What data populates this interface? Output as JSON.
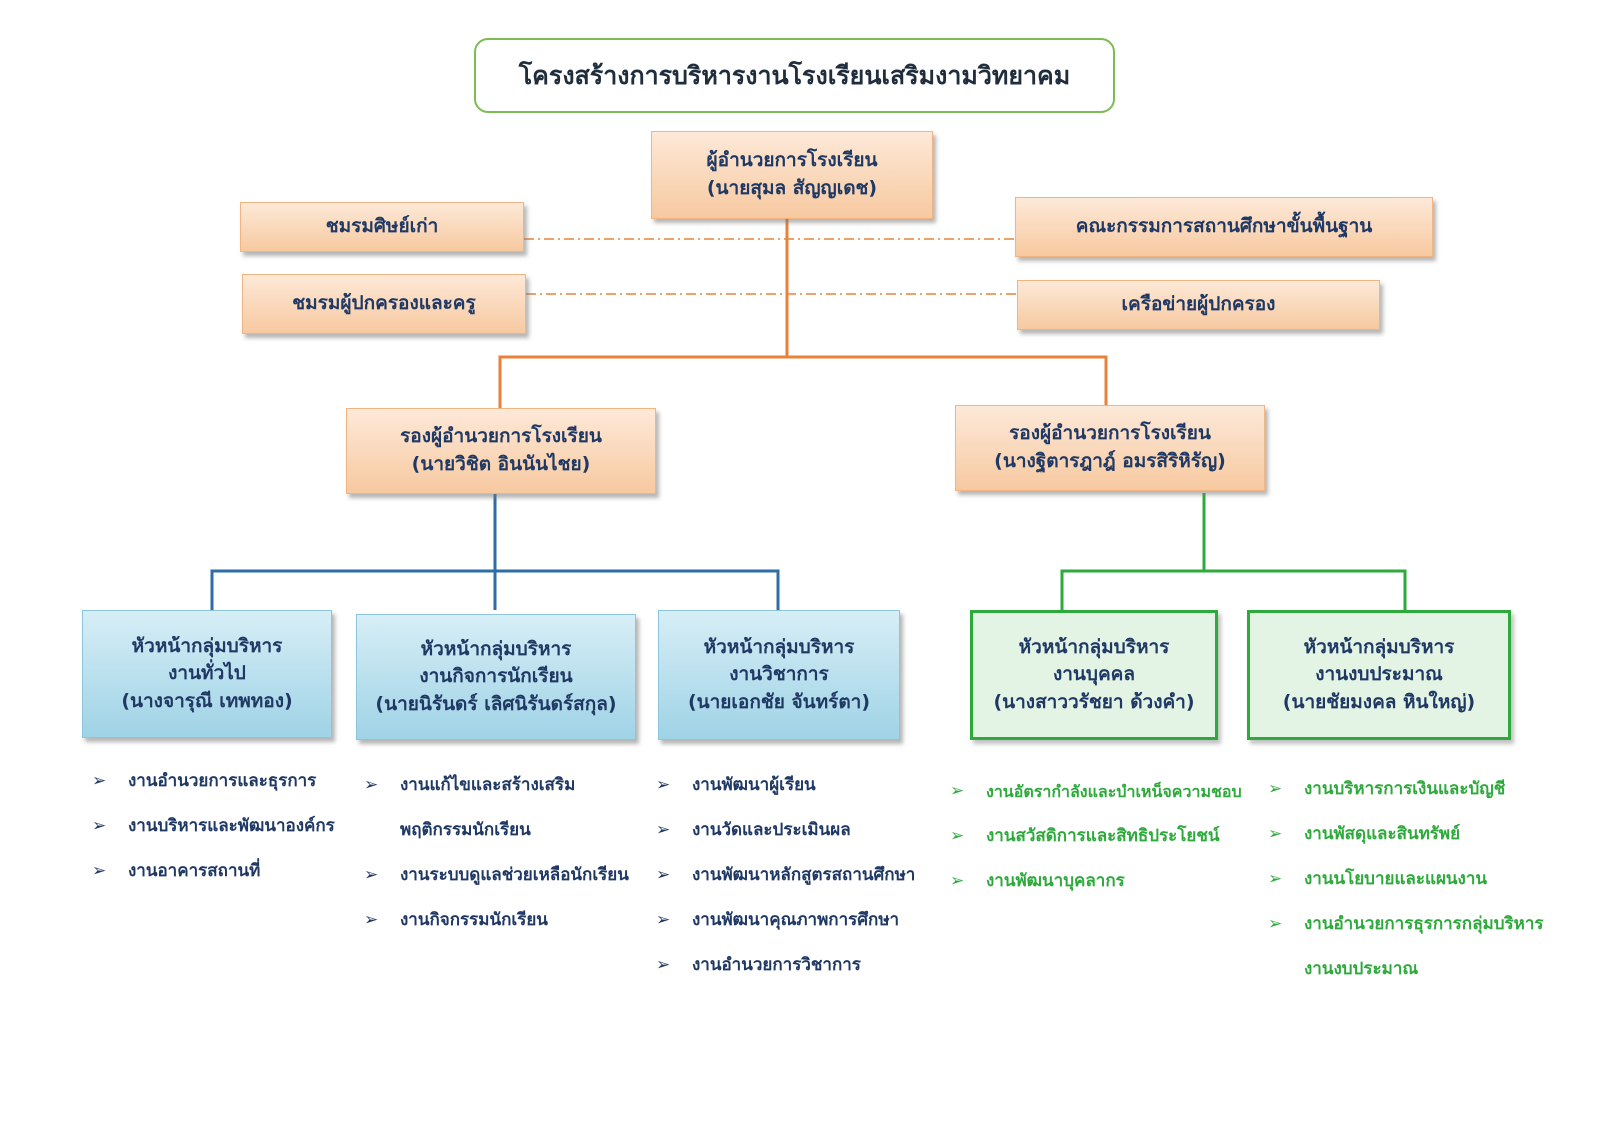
{
  "title": "โครงสร้างการบริหารงานโรงเรียนเสริมงามวิทยาคม",
  "director": {
    "title": "ผู้อำนวยการโรงเรียน",
    "name": "(นายสุมล  สัญญเดช)"
  },
  "side_left": [
    "ชมรมศิษย์เก่า",
    "ชมรมผู้ปกครองและครู"
  ],
  "side_right": [
    "คณะกรรมการสถานศึกษาขั้นพื้นฐาน",
    "เครือข่ายผู้ปกครอง"
  ],
  "deputies": [
    {
      "title": "รองผู้อำนวยการโรงเรียน",
      "name": "(นายวิชิต อินนันไชย)"
    },
    {
      "title": "รองผู้อำนวยการโรงเรียน",
      "name": "(นางฐิตารฎาฎ์  อมรสิริหิรัญ)"
    }
  ],
  "groups": [
    {
      "line1": "หัวหน้ากลุ่มบริหาร",
      "line2": "งานทั่วไป",
      "name": "(นางจารุณี  เทพทอง)",
      "tasks": [
        "งานอำนวยการและธุรการ",
        "งานบริหารและพัฒนาองค์กร",
        "งานอาคารสถานที่"
      ]
    },
    {
      "line1": "หัวหน้ากลุ่มบริหาร",
      "line2": "งานกิจการนักเรียน",
      "name": "(นายนิรันดร์ เลิศนิรันดร์สกุล)",
      "tasks": [
        "งานแก้ไขและสร้างเสริม",
        "พฤติกรรมนักเรียน",
        "งานระบบดูแลช่วยเหลือนักเรียน",
        "งานกิจกรรมนักเรียน"
      ]
    },
    {
      "line1": "หัวหน้ากลุ่มบริหาร",
      "line2": "งานวิชาการ",
      "name": "(นายเอกชัย จันทร์ตา)",
      "tasks": [
        "งานพัฒนาผู้เรียน",
        "งานวัดและประเมินผล",
        "งานพัฒนาหลักสูตรสถานศึกษา",
        "งานพัฒนาคุณภาพการศึกษา",
        "งานอำนวยการวิชาการ"
      ]
    },
    {
      "line1": "หัวหน้ากลุ่มบริหาร",
      "line2": "งานบุคคล",
      "name": "(นางสาววรัชยา  ด้วงคำ)",
      "tasks": [
        "งานอัตรากำลังและบำเหน็จความชอบ",
        "งานสวัสดิการและสิทธิประโยชน์",
        "งานพัฒนาบุคลากร"
      ]
    },
    {
      "line1": "หัวหน้ากลุ่มบริหาร",
      "line2": "งานงบประมาณ",
      "name": "(นายชัยมงคล  หินใหญ่)",
      "tasks": [
        "งานบริหารการเงินและบัญชี",
        "งานพัสดุและสินทรัพย์",
        "งานนโยบายและแผนงาน",
        "งานอำนวยการธุรการกลุ่มบริหาร",
        "งานงบประมาณ"
      ]
    }
  ],
  "bullet_glyph": "➢",
  "colors": {
    "orange_line": "#e8823a",
    "blue_line": "#2e6ea6",
    "green_line": "#2eaa3c",
    "dash_line": "#e8823a"
  }
}
